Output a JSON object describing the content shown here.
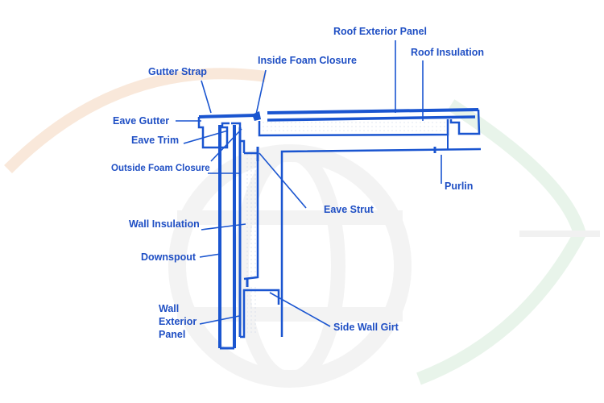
{
  "colors": {
    "line": "#1a55d0",
    "text": "#1f4fc4",
    "watermark_orange": "#f7e2cf",
    "watermark_green": "#e3f2e6",
    "watermark_gray": "#f0f0f0"
  },
  "labels": {
    "roof_exterior_panel": "Roof Exterior Panel",
    "roof_insulation": "Roof Insulation",
    "inside_foam_closure": "Inside Foam Closure",
    "gutter_strap": "Gutter Strap",
    "eave_gutter": "Eave Gutter",
    "eave_trim": "Eave Trim",
    "outside_foam_closure": "Outside Foam Closure",
    "purlin": "Purlin",
    "eave_strut": "Eave Strut",
    "wall_insulation": "Wall Insulation",
    "downspout": "Downspout",
    "wall_exterior_panel": [
      "Wall",
      "Exterior",
      "Panel"
    ],
    "side_wall_girt": "Side Wall Girt"
  }
}
